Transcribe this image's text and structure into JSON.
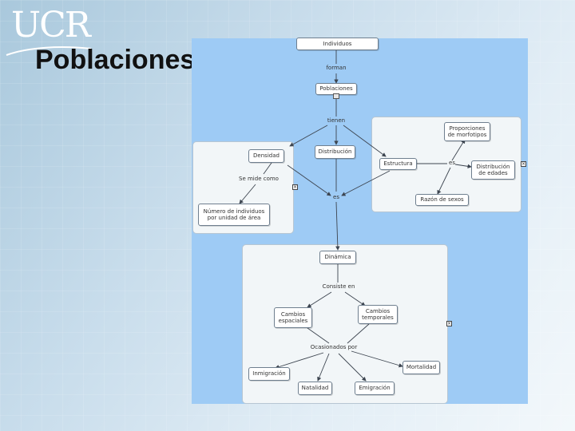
{
  "header": {
    "logo_text": "UCR",
    "title": "Poblaciones"
  },
  "concept_map": {
    "concepts": {
      "individuos": "Individuos",
      "poblaciones": "Poblaciones",
      "densidad": "Densidad",
      "distribucion": "Distribución",
      "estructura": "Estructura",
      "proporciones": "Proporciones de morfotipos",
      "distribucion_edades": "Distribución de edades",
      "razon_sexos": "Razón de sexos",
      "numero_individuos": "Número de individuos por unidad de área",
      "dinamica": "Dinámica",
      "cambios_espaciales": "Cambios espaciales",
      "cambios_temporales": "Cambios temporales",
      "inmigracion": "Inmigración",
      "natalidad": "Natalidad",
      "emigracion": "Emigración",
      "mortalidad": "Mortalidad"
    },
    "links": {
      "forman": "forman",
      "tienen": "tienen",
      "se_mide_como": "Se mide como",
      "es": "es",
      "es_estructura": "es",
      "consiste_en": "Consiste en",
      "ocasionados_por": "Ocasionados por"
    },
    "colors": {
      "canvas": "#9ecbf5",
      "nested_panel": "#f2f6f8",
      "line": "#3d4550"
    }
  }
}
